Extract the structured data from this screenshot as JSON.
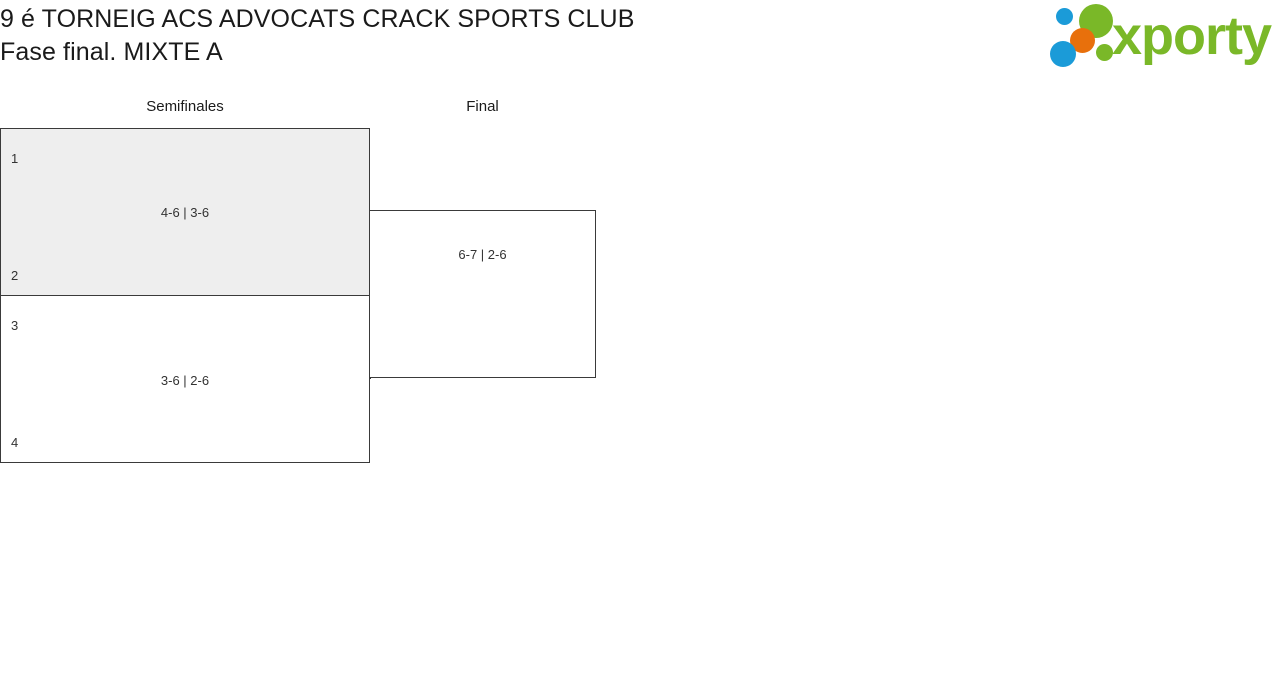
{
  "header": {
    "title": "9 é TORNEIG ACS ADVOCATS CRACK SPORTS CLUB",
    "subtitle": "Fase final. MIXTE A"
  },
  "brand": {
    "wordmark": "xporty",
    "colors": {
      "green": "#7ab828",
      "blue": "#1b9bd8",
      "orange": "#e8700c"
    },
    "dots": [
      {
        "name": "blue-top",
        "color": "#1b9bd8"
      },
      {
        "name": "green-big",
        "color": "#7ab828"
      },
      {
        "name": "orange",
        "color": "#e8700c"
      },
      {
        "name": "blue-bottom",
        "color": "#1b9bd8"
      },
      {
        "name": "green-small",
        "color": "#7ab828"
      }
    ]
  },
  "bracket": {
    "rounds": [
      {
        "id": "semifinales",
        "label": "Semifinales"
      },
      {
        "id": "final",
        "label": "Final"
      }
    ],
    "matches": {
      "semifinal_1": {
        "round": "Semifinales",
        "top_seed": "1",
        "bottom_seed": "2",
        "score": "4-6 | 3-6",
        "shaded": true
      },
      "semifinal_2": {
        "round": "Semifinales",
        "top_seed": "3",
        "bottom_seed": "4",
        "score": "3-6 | 2-6",
        "shaded": false
      },
      "final": {
        "round": "Final",
        "top_seed": "",
        "bottom_seed": "",
        "score": "6-7 | 2-6",
        "shaded": false
      }
    }
  },
  "colors": {
    "box_border": "#3a3a3a",
    "box_shaded_fill": "#eeeeee",
    "box_fill": "#ffffff",
    "text": "#333333",
    "title_text": "#1a1a1a",
    "page_background": "#ffffff"
  }
}
